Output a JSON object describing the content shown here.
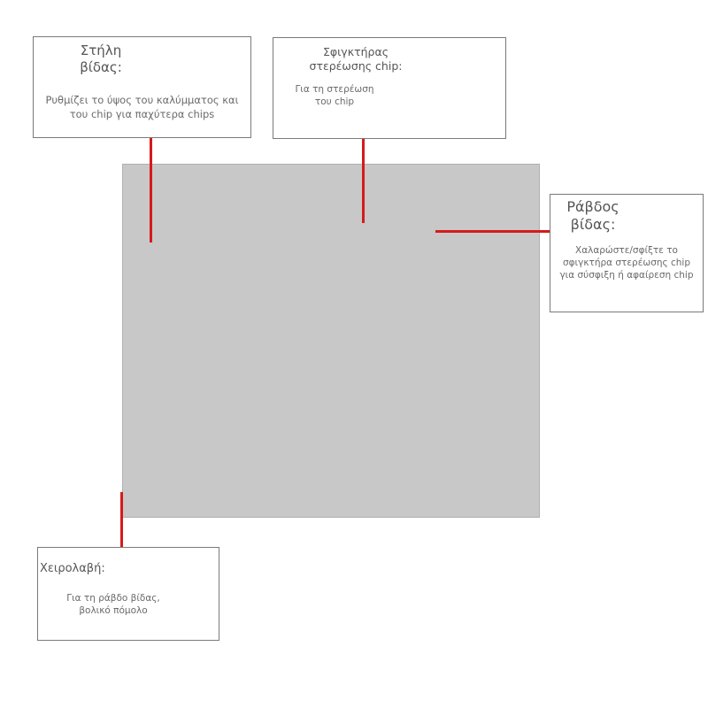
{
  "callouts": {
    "screw_post": {
      "title": "Στήλη\nβίδας:",
      "description": "Ρυθμίζει το ύψος του καλύμματος και του chip για παχύτερα chips"
    },
    "chip_clamp": {
      "title": "Σφιγκτήρας\nστερέωσης chip:",
      "description": "Για τη στερέωση του chip"
    },
    "screw_rod": {
      "title": "Ράβδος\nβίδας:",
      "description": "Χαλαρώστε/σφίξτε το σφιγκτήρα στερέωσης chip για σύσφιξη ή αφαίρεση chip"
    },
    "handle": {
      "title": "Χειρολαβή:",
      "description": "Για τη ράβδο βίδας, βολικό πόμολο"
    }
  },
  "colors": {
    "leader_line": "#d61a1a",
    "box_border": "#7a7a7a"
  }
}
